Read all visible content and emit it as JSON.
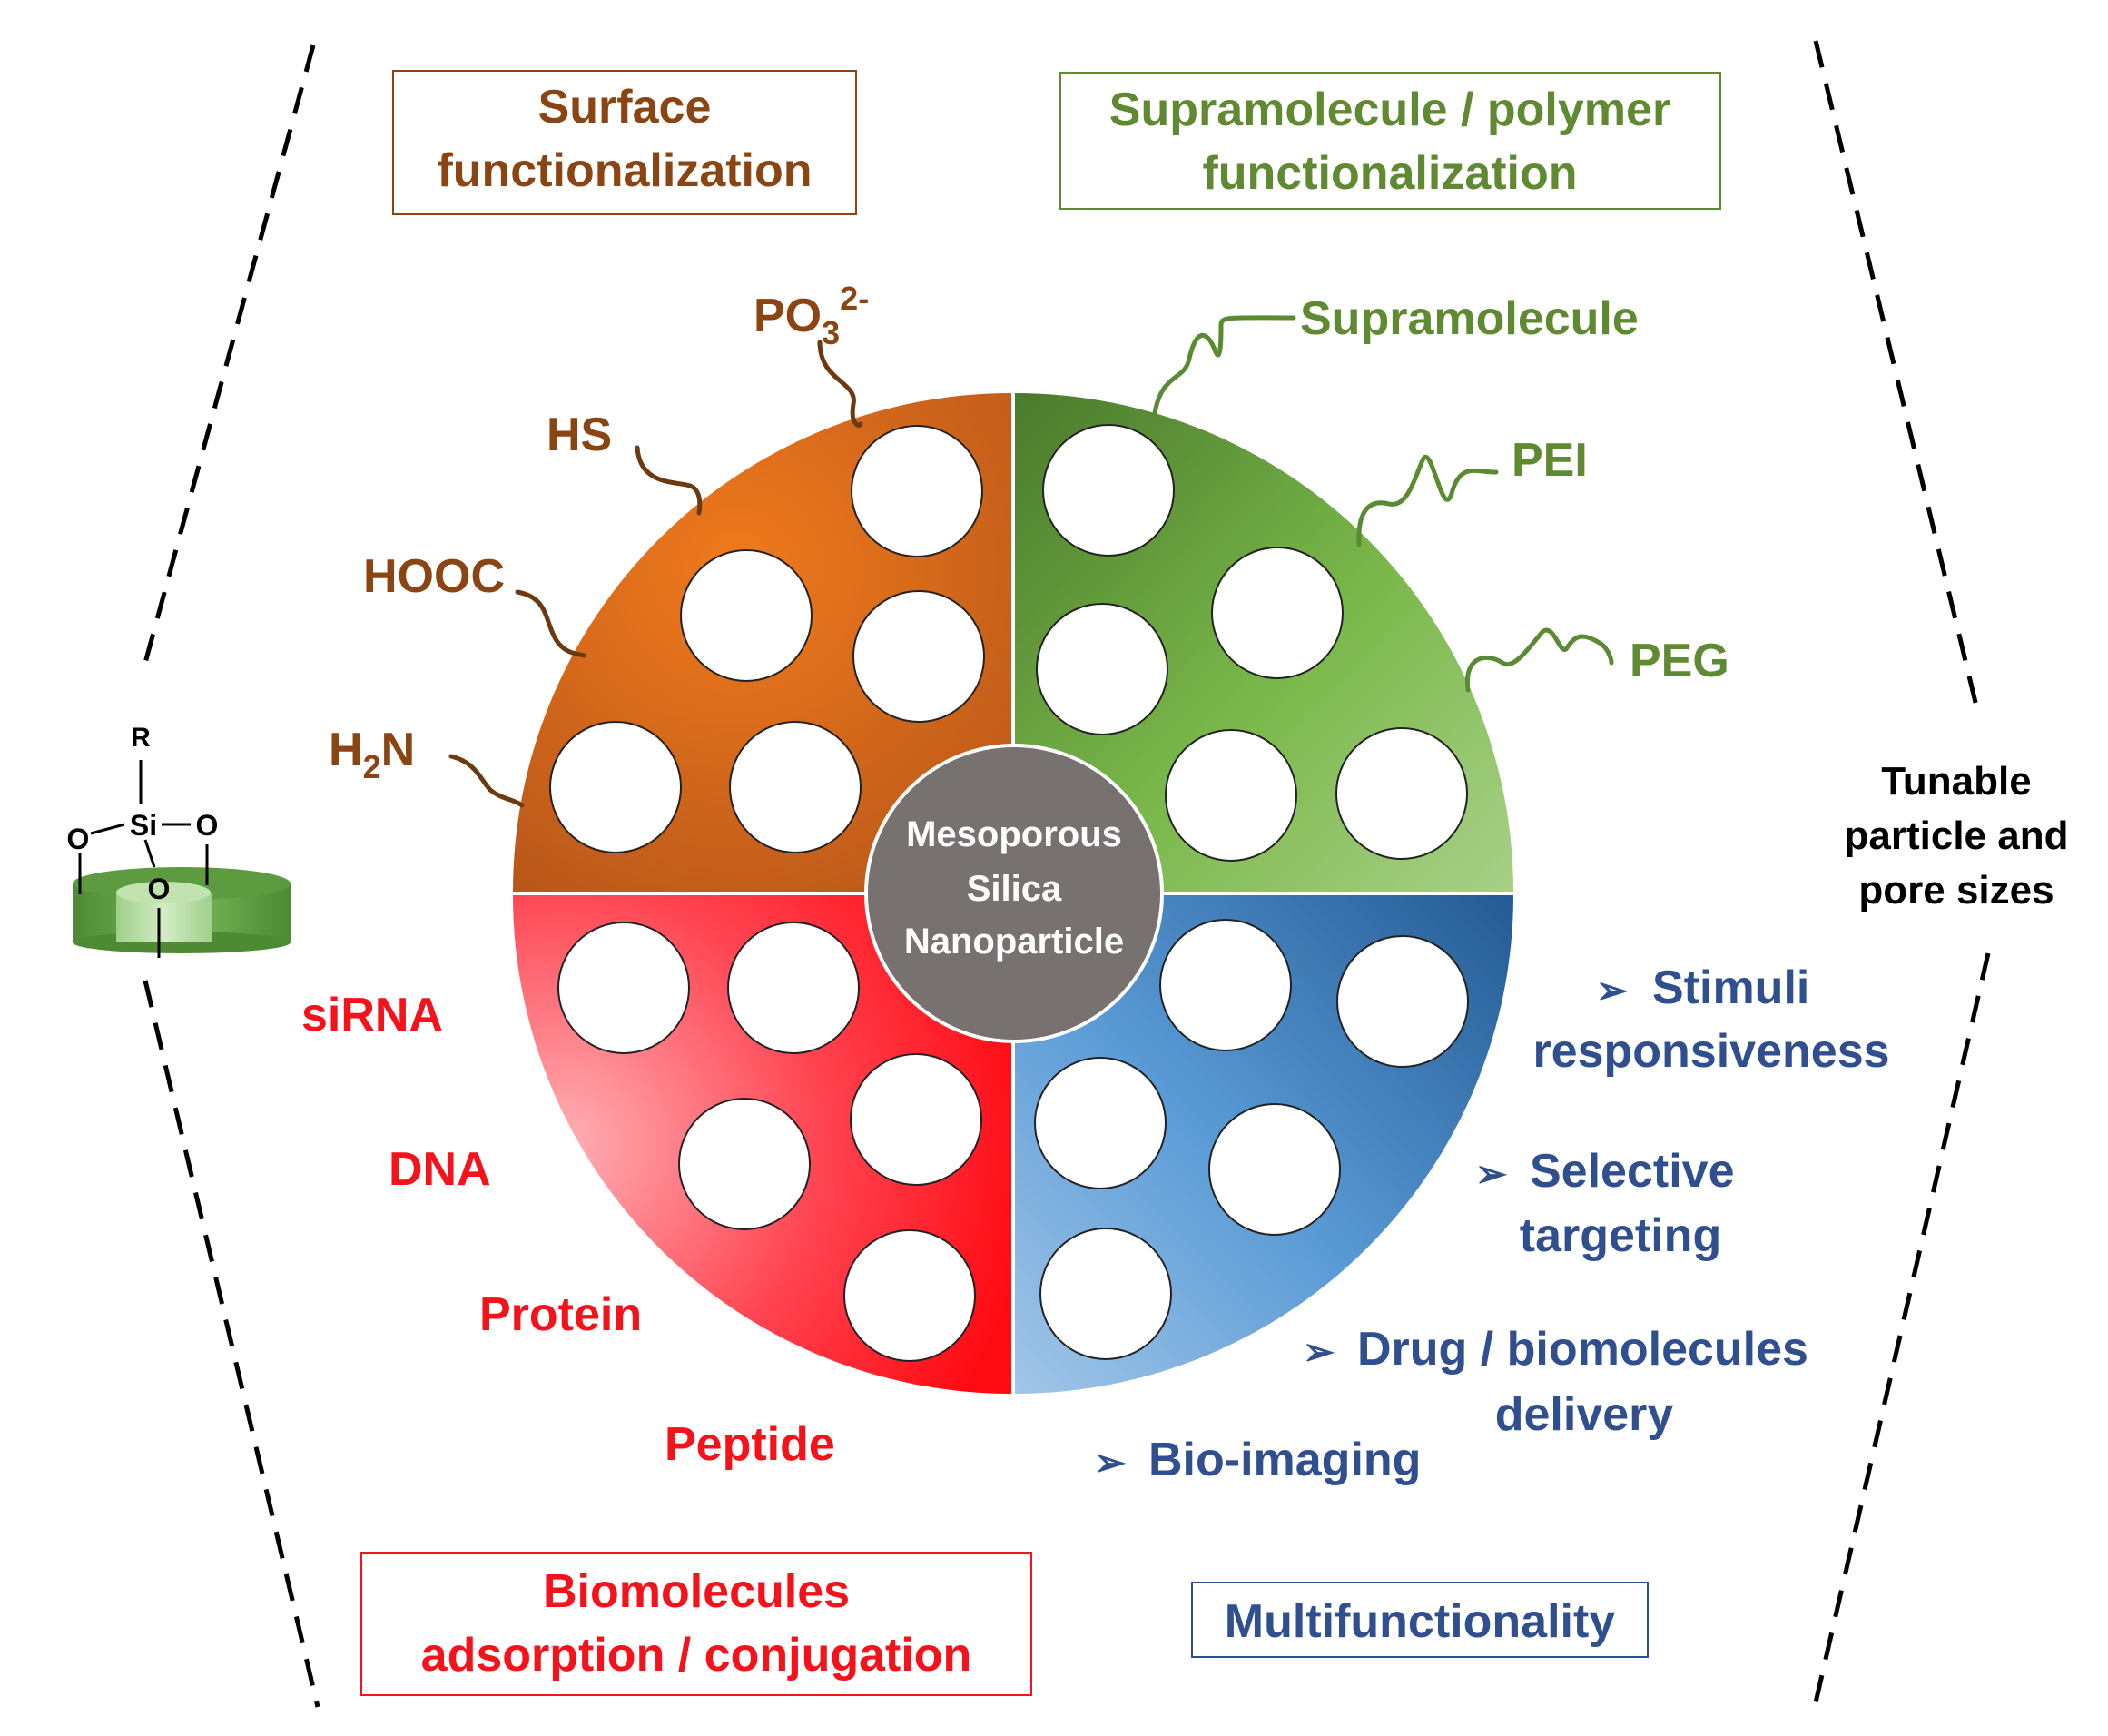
{
  "center": {
    "line1": "Mesoporous",
    "line2": "Silica",
    "line3": "Nanoparticle"
  },
  "boxes": {
    "surface": {
      "line1": "Surface",
      "line2": "functionalization",
      "color": "#8a4512"
    },
    "supramolecule": {
      "line1": "Supramolecule / polymer",
      "line2": "functionalization",
      "color": "#5f8a32"
    },
    "biomolecules": {
      "line1": "Biomolecules",
      "line2": "adsorption / conjugation",
      "color": "#f5121b"
    },
    "multifunctionality": {
      "line1": "Multifunctionality",
      "color": "#2f4f8f"
    }
  },
  "surface_groups": {
    "po3": "PO",
    "po3_sub": "3",
    "po3_sup": "2-",
    "hs": "HS",
    "hooc": "HOOC",
    "h2n_h": "H",
    "h2n_sub": "2",
    "h2n_n": "N"
  },
  "polymers": {
    "supramolecule": "Supramolecule",
    "pei": "PEI",
    "peg": "PEG"
  },
  "biomolecules": {
    "sirna": "siRNA",
    "dna": "DNA",
    "protein": "Protein",
    "peptide": "Peptide"
  },
  "applications": {
    "stimuli": {
      "line1": "Stimuli",
      "line2": "responsiveness"
    },
    "targeting": {
      "line1": "Selective",
      "line2": "targeting"
    },
    "delivery": {
      "line1": "Drug / biomolecules",
      "line2": "delivery"
    },
    "imaging": {
      "line1": "Bio-imaging"
    },
    "bullet": "➢"
  },
  "tunable": {
    "line1": "Tunable",
    "line2": "particle and",
    "line3": "pore sizes"
  },
  "silane": {
    "r": "R",
    "si": "Si",
    "o_left": "O",
    "o_right": "O",
    "o_bottom": "O"
  },
  "colors": {
    "orange": "#e06b15",
    "green": "#6aa83c",
    "red": "#ff2a35",
    "blue": "#3d78b8",
    "center": "#777170"
  }
}
